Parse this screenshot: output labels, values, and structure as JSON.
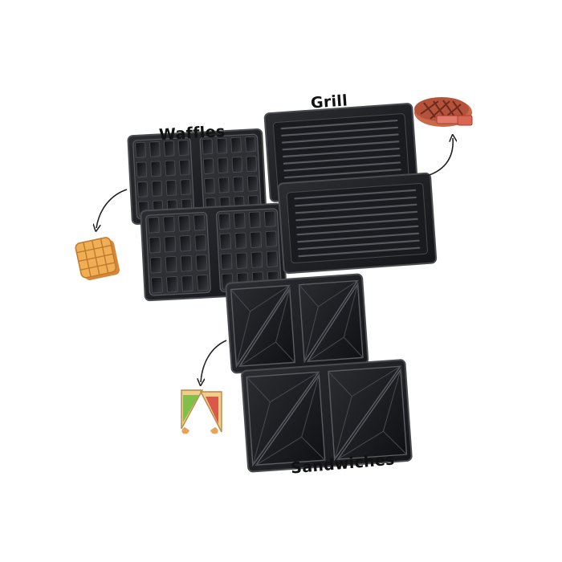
{
  "labels": {
    "waffles": "Waffles",
    "grill": "Grill",
    "sandwiches": "Sandwiches"
  },
  "colors": {
    "background": "#ffffff",
    "plate_dark": "#1c1d20",
    "plate_edge": "#3a3c40",
    "waffle_gold": "#e8a24a",
    "steak_brown": "#b5523b",
    "bread": "#f2cc88"
  },
  "icons": [
    "waffle-food-icon",
    "steak-food-icon",
    "sandwich-food-icon",
    "arrow-icon"
  ]
}
